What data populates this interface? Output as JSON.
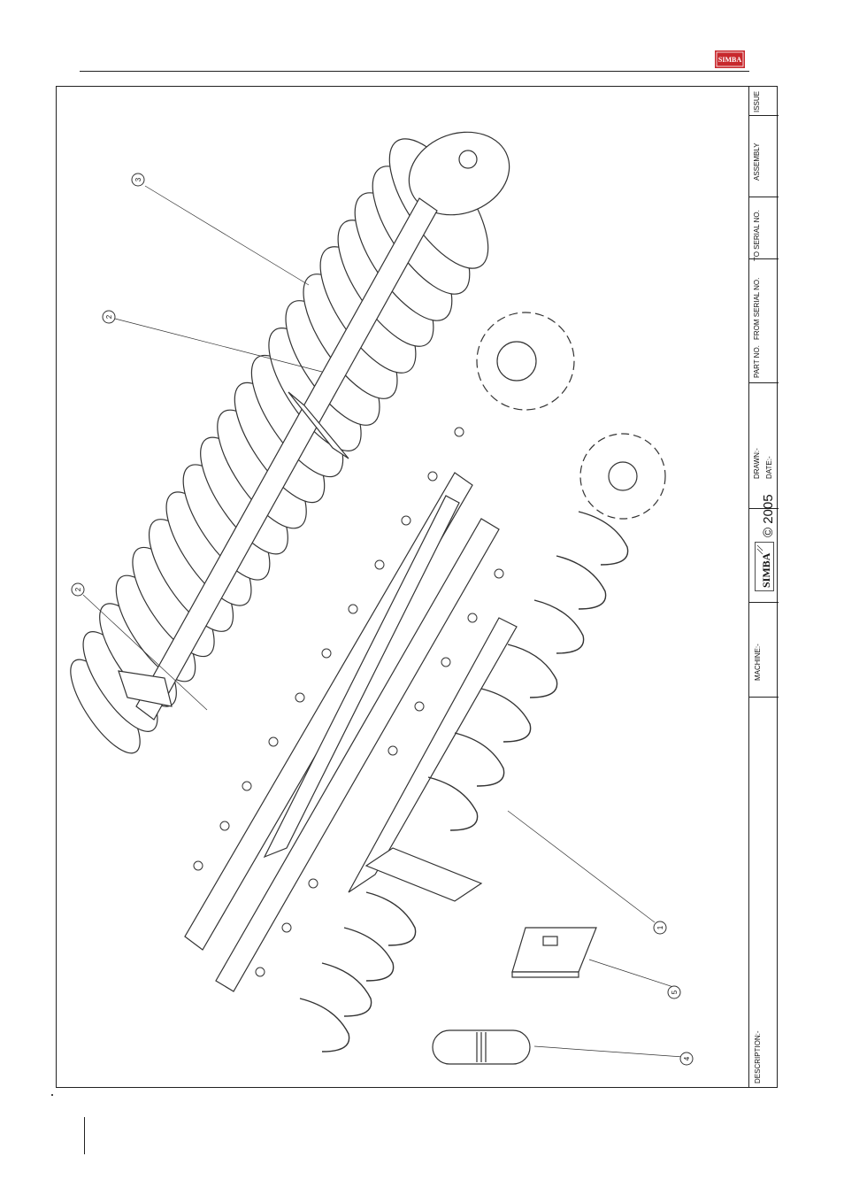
{
  "header": {
    "logo_text": "SIMBA"
  },
  "title_block": {
    "description_label": "DESCRIPTION:-",
    "machine_label": "MACHINE:-",
    "logo_text": "SIMBA",
    "copyright": "© 2005",
    "drawn_label": "DRAWN:-",
    "date_label": "DATE:-",
    "part_no_label": "PART NO.",
    "from_serial_label": "FROM SERIAL NO.",
    "to_serial_label": "TO SERIAL NO.",
    "assembly_label": "ASSEMBLY",
    "issue_label": "ISSUE"
  },
  "callouts": [
    "1",
    "2",
    "2",
    "3",
    "4",
    "5"
  ],
  "colors": {
    "line": "#222222",
    "logo_red": "#c8282d",
    "paper": "#ffffff"
  }
}
